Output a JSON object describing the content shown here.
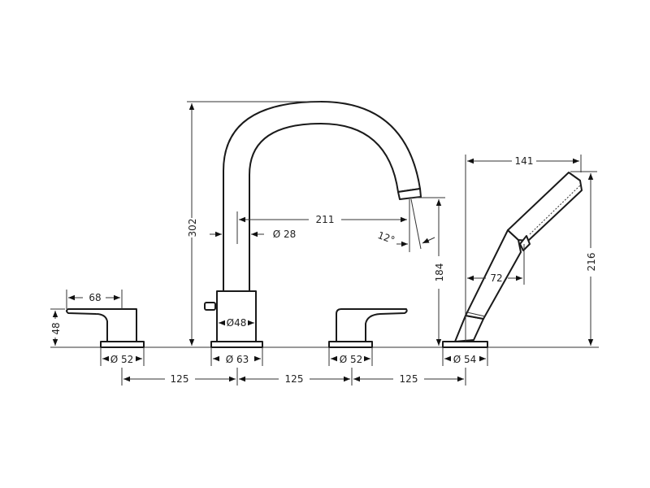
{
  "title": "Bath mixer dimension drawing",
  "dimensions": {
    "lever_length": "68",
    "lever_height": "48",
    "left_base_diameter": "Ø 52",
    "spout_height": "302",
    "spout_reach": "211",
    "spout_diameter": "Ø 28",
    "spout_body_diameter": "Ø48",
    "spout_base_diameter": "Ø 63",
    "outlet_height": "184",
    "outlet_angle": "12°",
    "center_base_diameter": "Ø 52",
    "shower_reach": "141",
    "shower_height": "216",
    "shower_offset": "72",
    "shower_base_diameter": "Ø 54",
    "spacing_1": "125",
    "spacing_2": "125",
    "spacing_3": "125"
  }
}
